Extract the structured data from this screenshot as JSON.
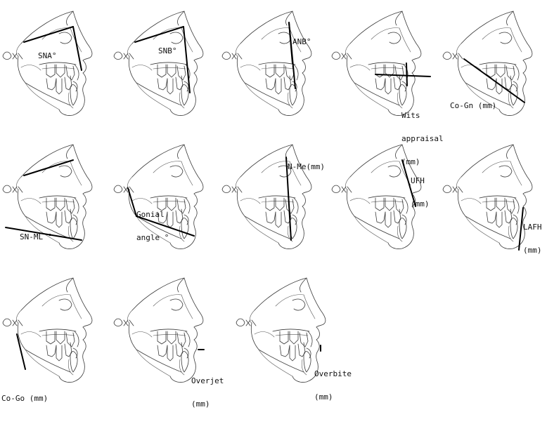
{
  "panels": [
    {
      "id": "sna",
      "label_lines": [
        "SNA°"
      ]
    },
    {
      "id": "snb",
      "label_lines": [
        "SNB°"
      ]
    },
    {
      "id": "anb",
      "label_lines": [
        "ANB°"
      ]
    },
    {
      "id": "wits",
      "label_lines": [
        "Wits",
        "appraisal",
        "(mm)"
      ]
    },
    {
      "id": "cogn",
      "label_lines": [
        "Co-Gn (mm)"
      ]
    },
    {
      "id": "snml",
      "label_lines": [
        "SN-ML °"
      ]
    },
    {
      "id": "gonial",
      "label_lines": [
        "Gonial",
        "angle °"
      ]
    },
    {
      "id": "nme",
      "label_lines": [
        "N-Me(mm)"
      ]
    },
    {
      "id": "ufh",
      "label_lines": [
        "UFH",
        "(mm)"
      ]
    },
    {
      "id": "lafh",
      "label_lines": [
        "LAFH",
        "(mm)"
      ]
    },
    {
      "id": "cogo",
      "label_lines": [
        "Co-Go (mm)"
      ]
    },
    {
      "id": "overjet",
      "label_lines": [
        "Overjet",
        "(mm)"
      ]
    },
    {
      "id": "overbite",
      "label_lines": [
        "Overbite",
        "(mm)"
      ]
    }
  ],
  "icons": {
    "panel_image": "cephalometric-tracing-icon"
  }
}
